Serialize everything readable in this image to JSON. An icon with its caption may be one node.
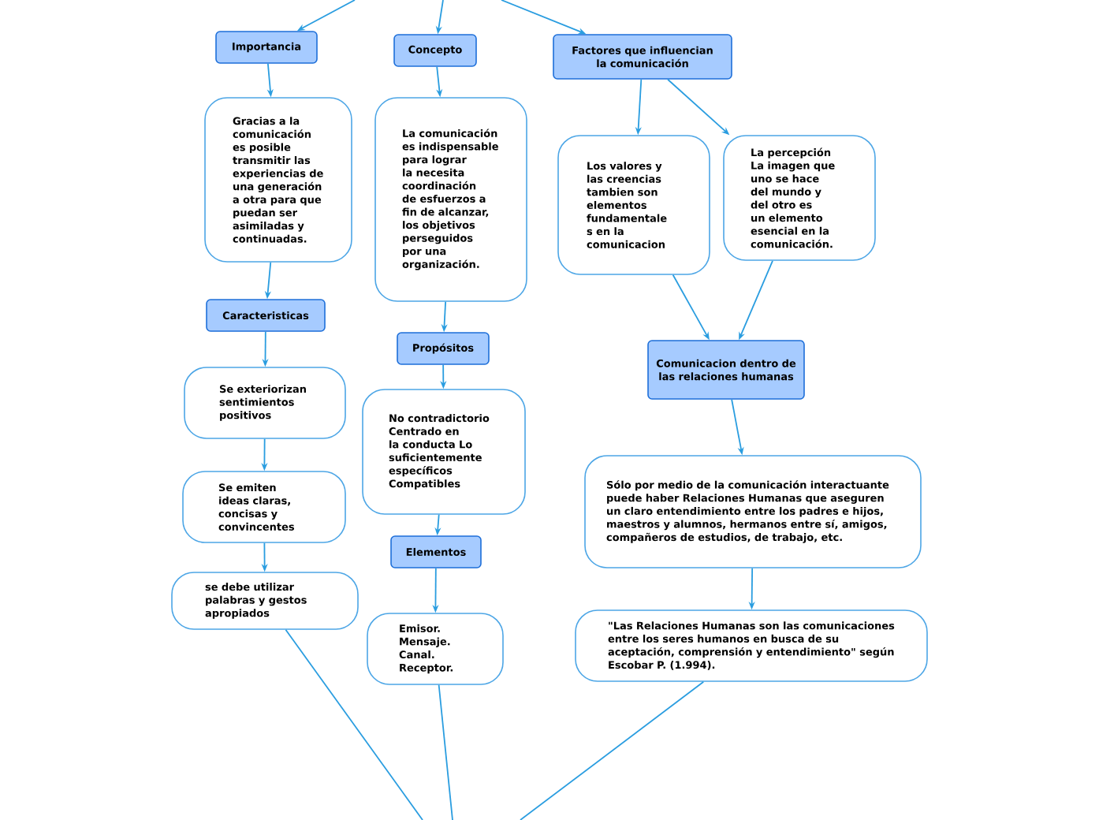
{
  "diagram": {
    "nodes": [
      {
        "text": [
          "Importancia"
        ]
      },
      {
        "text": [
          "Gracias a la comunicación es posible transmitir las experiencias de una generación a otra para que puedan ser asimiladas y continuadas."
        ]
      },
      {
        "text": [
          "Caracteristicas"
        ]
      },
      {
        "text": [
          "Se exteriorizan sentimientos positivos"
        ]
      },
      {
        "text": [
          "Se emiten ideas claras, concisas y convincentes"
        ]
      },
      {
        "text": [
          "se debe utilizar palabras y gestos apropiados"
        ]
      },
      {
        "text": [
          "Concepto"
        ]
      },
      {
        "text": [
          "La comunicación es indispensable para lograr la necesita coordinación de esfuerzos a fin de alcanzar, los objetivos perseguidos por una organización."
        ]
      },
      {
        "text": [
          "Propósitos"
        ]
      },
      {
        "text": [
          "No contradictorio Centrado en la conducta Lo suficientemente específicos Compatibles"
        ]
      },
      {
        "text": [
          "Elementos"
        ]
      },
      {
        "text": [
          "Emisor. Mensaje. Canal. Receptor."
        ]
      },
      {
        "text": [
          "Factores que influencian la comunicación"
        ]
      },
      {
        "text": [
          "Los valores y las creencias tambien son elementos fundamentale s en la comunicacion"
        ]
      },
      {
        "text": [
          "La percepción La imagen que uno se hace del mundo y del otro es un elemento esencial en la comunicación."
        ]
      },
      {
        "text": [
          "Comunicacion dentro de las relaciones humanas"
        ]
      },
      {
        "text": [
          "Sólo por medio de la comunicación interactuante puede haber Relaciones Humanas que aseguren un claro entendimiento entre los padres e hijos, maestros y alumnos, hermanos entre sí, amigos, compañeros de estudios, de trabajo, etc."
        ]
      },
      {
        "text": [
          "\"Las Relaciones Humanas son las comunicaciones entre los seres humanos en busca de su aceptación, comprensión y entendimiento\" según Escobar P. (1.994)."
        ]
      }
    ],
    "edges": [
      {
        "from": null,
        "to": 0,
        "arrow": "to"
      },
      {
        "from": null,
        "to": 6,
        "arrow": "to"
      },
      {
        "from": null,
        "to": 12,
        "arrow": "to"
      },
      {
        "from": 0,
        "to": 1,
        "arrow": "to"
      },
      {
        "from": 1,
        "to": 2,
        "arrow": "to"
      },
      {
        "from": 2,
        "to": 3,
        "arrow": "to"
      },
      {
        "from": 3,
        "to": 4,
        "arrow": "to"
      },
      {
        "from": 4,
        "to": 5,
        "arrow": "to"
      },
      {
        "from": 6,
        "to": 7,
        "arrow": "to"
      },
      {
        "from": 7,
        "to": 8,
        "arrow": "to"
      },
      {
        "from": 8,
        "to": 9,
        "arrow": "to"
      },
      {
        "from": 9,
        "to": 10,
        "arrow": "to"
      },
      {
        "from": 10,
        "to": 11,
        "arrow": "to"
      },
      {
        "from": 12,
        "to": 13,
        "arrow": "to"
      },
      {
        "from": 12,
        "to": 14,
        "arrow": "to"
      },
      {
        "from": 13,
        "to": 15,
        "arrow": "to"
      },
      {
        "from": 14,
        "to": 15,
        "arrow": "to"
      },
      {
        "from": 15,
        "to": 16,
        "arrow": "to"
      },
      {
        "from": 16,
        "to": 17,
        "arrow": "to"
      },
      {
        "from": 5,
        "to": null,
        "arrow": "none"
      },
      {
        "from": 11,
        "to": null,
        "arrow": "none"
      },
      {
        "from": 17,
        "to": null,
        "arrow": "none"
      }
    ]
  }
}
